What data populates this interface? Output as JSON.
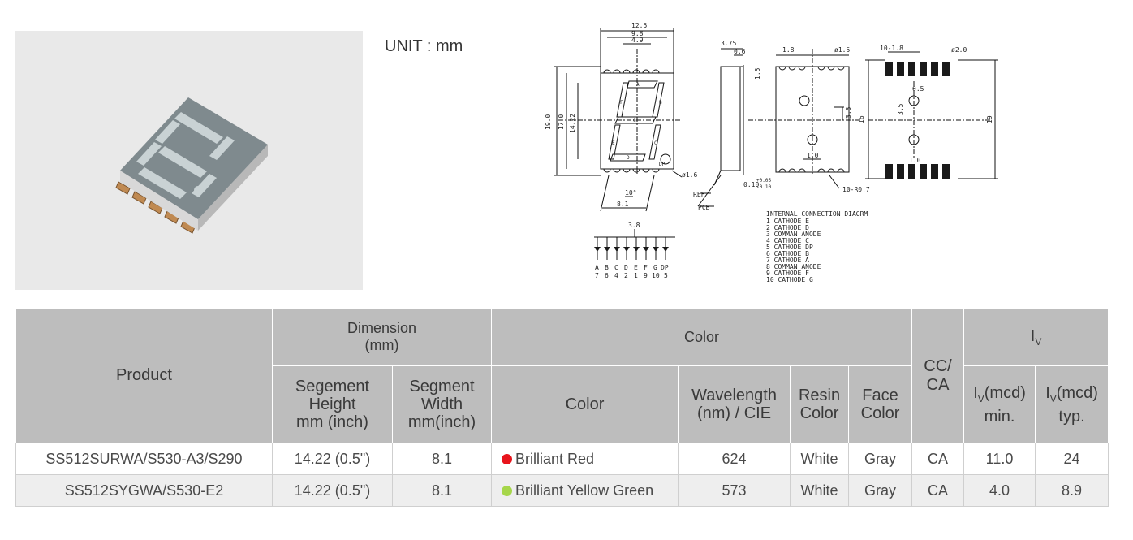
{
  "unit_label": "UNIT : mm",
  "colors": {
    "header_bg": "#bdbdbd",
    "row_alt_bg": "#eeeeee",
    "red_dot": "#e8141c",
    "green_dot": "#a6d64a"
  },
  "drawing": {
    "dim_12_5": "12.5",
    "dim_9_8": "9.8",
    "dim_4_9": "4.9",
    "dim_19_0": "19.0",
    "dim_17_0": "17.0",
    "dim_14_22": "14.22",
    "dim_8_1": "8.1",
    "dim_10deg": "10°",
    "dim_phi16": "ø1.6",
    "dim_3_8": "3.8",
    "seg_a": "A",
    "seg_b": "B",
    "seg_c": "C",
    "seg_d": "D",
    "seg_e": "E",
    "seg_f": "F",
    "seg_g": "G",
    "seg_dp": "DP",
    "dim_3_75": "3.75",
    "dim_0_6": "0.6",
    "dim_tol": "0.10",
    "dim_tol_plus": "+0.05",
    "dim_tol_minus": "-0.10",
    "ref": "REF",
    "pcb": "PCB",
    "dim_1_8": "1.8",
    "dim_phi15": "ø1.5",
    "dim_1_5": "1.5",
    "dim_3_5": "3.5",
    "dim_1_0": "1.0",
    "dim_r07": "10-R0.7",
    "dim_10_18": "10-1.8",
    "dim_phi20": "ø2.0",
    "dim_0_5": "0.5",
    "dim_16": "16",
    "dim_19": "19",
    "circuit_letters": [
      "A",
      "B",
      "C",
      "D",
      "E",
      "F",
      "G",
      "DP"
    ],
    "circuit_pins": [
      "7",
      "6",
      "4",
      "2",
      "1",
      "9",
      "10",
      "5"
    ],
    "connection_title": "INTERNAL CONNECTION DIAGRM",
    "connection_items": [
      "1 CATHODE E",
      "2 CATHODE D",
      "3 COMMAN ANODE",
      "4 CATHODE C",
      "5 CATHODE DP",
      "6 CATHODE B",
      "7 CATHODE A",
      "8 COMMAN ANODE",
      "9 CATHODE F",
      "10 CATHODE G"
    ]
  },
  "table": {
    "product": "Product",
    "dimension": "Dimension",
    "dimension_unit": "(mm)",
    "color_group": "Color",
    "cc_ca_1": "CC/",
    "cc_ca_2": "CA",
    "iv_symbol": "I",
    "iv_sub": "V",
    "seg_height_1": "Segement",
    "seg_height_2": "Height",
    "seg_height_3": "mm (inch)",
    "seg_width_1": "Segment",
    "seg_width_2": "Width",
    "seg_width_3": "mm(inch)",
    "color_col": "Color",
    "wavelength_1": "Wavelength",
    "wavelength_2": "(nm) / CIE",
    "resin_1": "Resin",
    "resin_2": "Color",
    "face_1": "Face",
    "face_2": "Color",
    "iv_min_unit": "(mcd)",
    "iv_min_label": "min.",
    "iv_typ_unit": "(mcd)",
    "iv_typ_label": "typ.",
    "rows": [
      {
        "product": "SS512SURWA/S530-A3/S290",
        "seg_height": "14.22 (0.5\")",
        "seg_width": "8.1",
        "color": "Brilliant Red",
        "wavelength": "624",
        "resin": "White",
        "face": "Gray",
        "cc_ca": "CA",
        "iv_min": "11.0",
        "iv_typ": "24"
      },
      {
        "product": "SS512SYGWA/S530-E2",
        "seg_height": "14.22 (0.5\")",
        "seg_width": "8.1",
        "color": "Brilliant Yellow Green",
        "wavelength": "573",
        "resin": "White",
        "face": "Gray",
        "cc_ca": "CA",
        "iv_min": "4.0",
        "iv_typ": "8.9"
      }
    ]
  }
}
